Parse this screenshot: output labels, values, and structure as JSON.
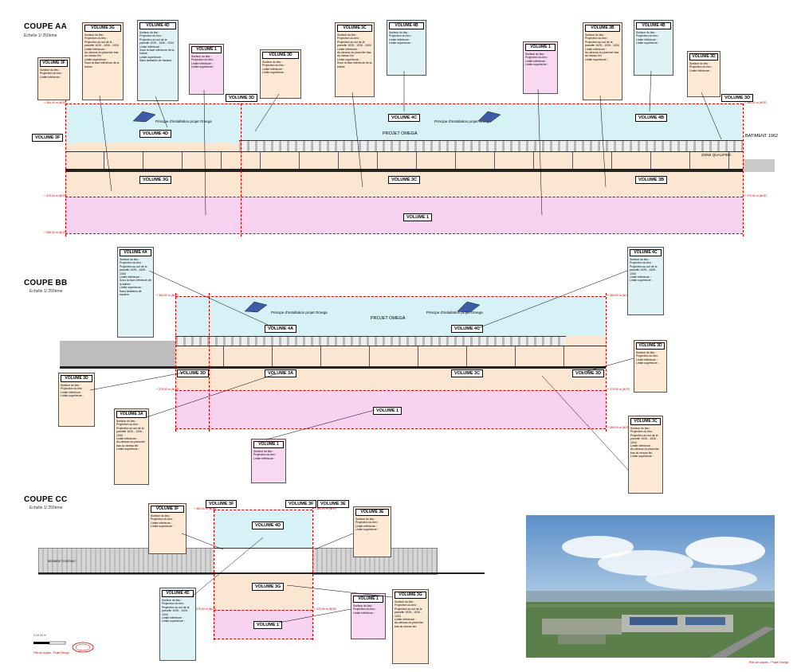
{
  "sections": {
    "aa": {
      "title": "COUPE AA",
      "scale": "Echelle 1/ 250ème"
    },
    "bb": {
      "title": "COUPE BB",
      "scale": "Echelle 1/ 250ème"
    },
    "cc": {
      "title": "COUPE CC",
      "scale": "Echelle 1/ 250ème"
    }
  },
  "labels": {
    "projet_omega": "PROJET OMEGA",
    "batiment_1962": "BATIMENT 1962",
    "zone_qualifiee": "ZONE QUALIFIEE",
    "batiment_existant": "BATIMENT EXISTANT",
    "panneaux": "Principe d'installation projet Omega"
  },
  "volumes": {
    "v1": "VOLUME 1",
    "v3a": "VOLUME 3A",
    "v3b": "VOLUME 3B",
    "v3c": "VOLUME 3C",
    "v3d": "VOLUME 3D",
    "v3e": "VOLUME 3E",
    "v3f": "VOLUME 3F",
    "v3g": "VOLUME 3G",
    "v4a": "VOLUME 4A",
    "v4b": "VOLUME 4B",
    "v4c": "VOLUME 4C",
    "v4d": "VOLUME 4D"
  },
  "callout_lines": {
    "surface": "Surface du lieu :",
    "projection": "Projection du lieu :",
    "limite_inf": "Limite inférieure :",
    "limite_sup": "Limite supérieure :",
    "generic_a": "Projection au sol de la parcelle 1025 - 1026 - 1034",
    "generic_b": "Au-dessus du plancher bas du niveau fini",
    "generic_c": "Sous la face inférieure de la toiture",
    "generic_d": "A la côte NGF +375,00 m",
    "generic_e": "Sans limitation de hauteur"
  },
  "elevations": {
    "e1": "+ 384,00 m (NGF)",
    "e2": "+ 375,00 m (NGF)",
    "e3": "+ 372,00 m (NGF)",
    "e4": "+ 365,00 m (NGF)",
    "e5": "+ 394,00 m (NGF)"
  },
  "scale_bar": "0     10    20 m",
  "footer": "Plan de coupes - Projet Omega"
}
